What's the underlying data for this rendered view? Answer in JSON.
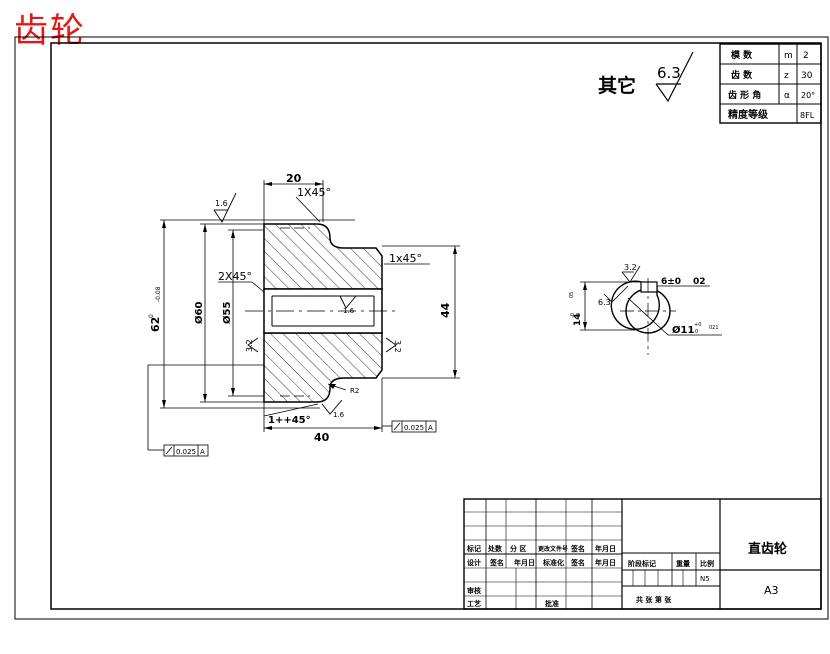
{
  "header_title": "齿轮",
  "params": [
    {
      "name": "模 数",
      "symbol": "m",
      "value": "2"
    },
    {
      "name": "齿 数",
      "symbol": "z",
      "value": "30"
    },
    {
      "name": "齿 形 角",
      "symbol": "α",
      "value": "20°"
    },
    {
      "name": "精度等级",
      "symbol": "",
      "value": "8FL"
    }
  ],
  "surface": {
    "label": "其它",
    "value": "6.3"
  },
  "dims": {
    "top_width": "20",
    "bottom_width": "40",
    "chamfer_top": "1X45°",
    "chamfer_right": "1x45°",
    "chamfer_bore": "2X45°",
    "chamfer_bottom": "1++45°",
    "height": "44",
    "d_outer": "62",
    "d_outer_tol": "0",
    "d_outer_tol2": "-0.08",
    "d_root": "Ø60",
    "d_bore": "Ø55",
    "fillet": "R2",
    "rough_16a": "1.6",
    "rough_16b": "1.6",
    "rough_16c": "1.6",
    "rough_32a": "3.2",
    "rough_32b": "3.2",
    "runout_right_tol": "0.025",
    "runout_right_ref": "A",
    "runout_left_tol": "0.025",
    "runout_left_ref": "A"
  },
  "section": {
    "rough_32": "3.2",
    "key_width": "6±0",
    "key_width_tol": "02",
    "rough_63": "6.3",
    "hole_d": "Ø11",
    "hole_tol_up": "+0",
    "hole_tol_low": "0",
    "hole_fit": "021",
    "depth": "14",
    "depth_tol_up": "-0",
    "depth_tol_low": "0",
    "depth_extra": "05"
  },
  "title_block": {
    "part_name": "直齿轮",
    "sheet_size": "A3",
    "scale_value": "N5",
    "labels": {
      "marks": "标记",
      "count": "处数",
      "zone": "分 区",
      "doc_no": "更改文件号",
      "sign": "签名",
      "date": "年月日",
      "design": "设计",
      "std": "标准化",
      "stage_mark": "阶段标记",
      "weight": "重量",
      "scale": "比例",
      "check": "审核",
      "process": "工艺",
      "approve": "批准",
      "sheets": "共 张 第 张"
    }
  }
}
